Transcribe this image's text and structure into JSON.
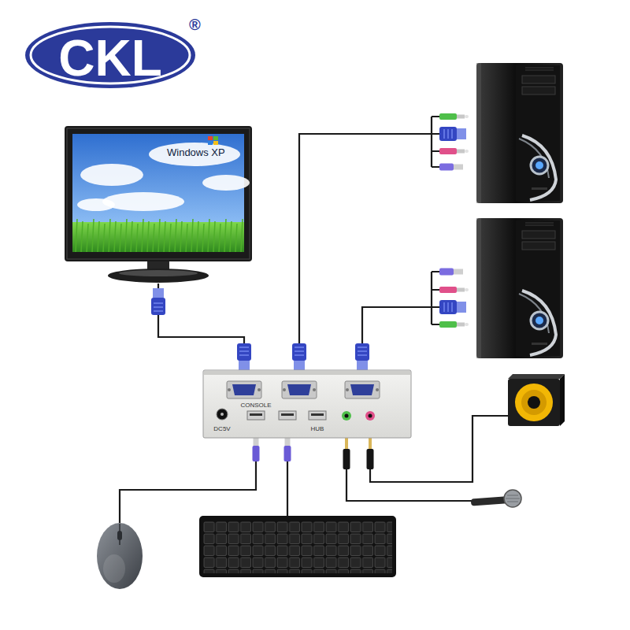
{
  "diagram": {
    "nodes": [
      {
        "text": [
          "CKL",
          "®"
        ]
      },
      {
        "text": [
          "Windows XP"
        ]
      },
      {
        "text": [
          "CONSOLE",
          "DC5V",
          "HUB"
        ]
      }
    ],
    "edges": [
      {
        "from": 1,
        "to": 2,
        "arrow": "none"
      }
    ]
  }
}
